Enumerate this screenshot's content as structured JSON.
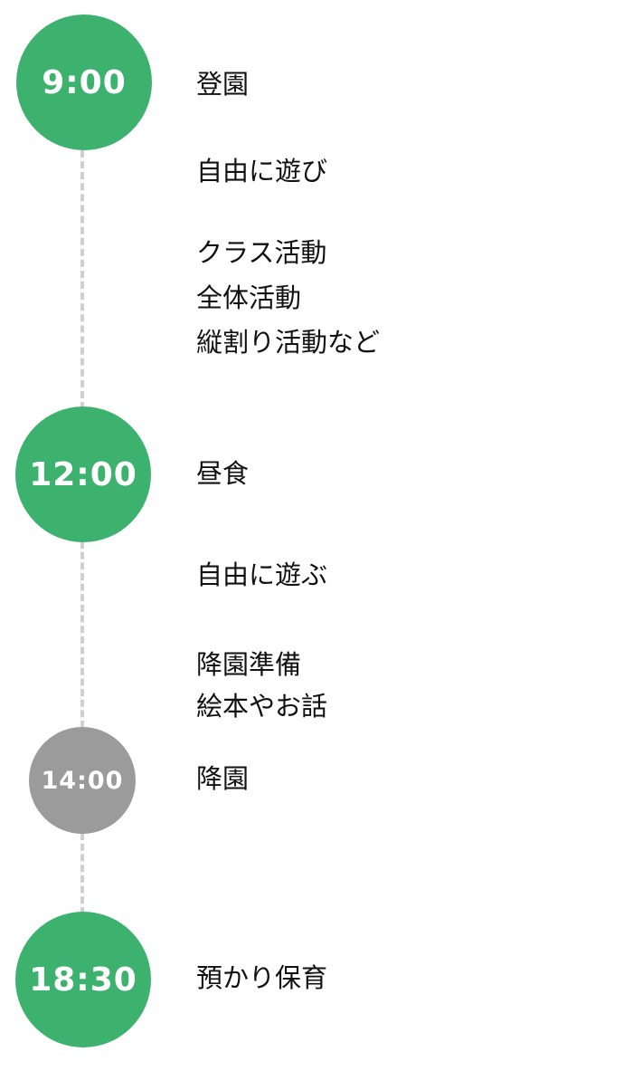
{
  "schedule": {
    "times": [
      {
        "label": "9:00",
        "status": "active"
      },
      {
        "label": "12:00",
        "status": "active"
      },
      {
        "label": "14:00",
        "status": "inactive"
      },
      {
        "label": "18:30",
        "status": "active"
      }
    ],
    "activities": [
      "登園",
      "自由に遊び",
      "クラス活動",
      "全体活動",
      "縦割り活動など",
      "昼食",
      "自由に遊ぶ",
      "降園準備",
      "絵本やお話",
      "降園",
      "預かり保育"
    ]
  },
  "colors": {
    "accent": "#3db26f",
    "inactive": "#9b9b9b",
    "connector": "#cfcfcf"
  }
}
